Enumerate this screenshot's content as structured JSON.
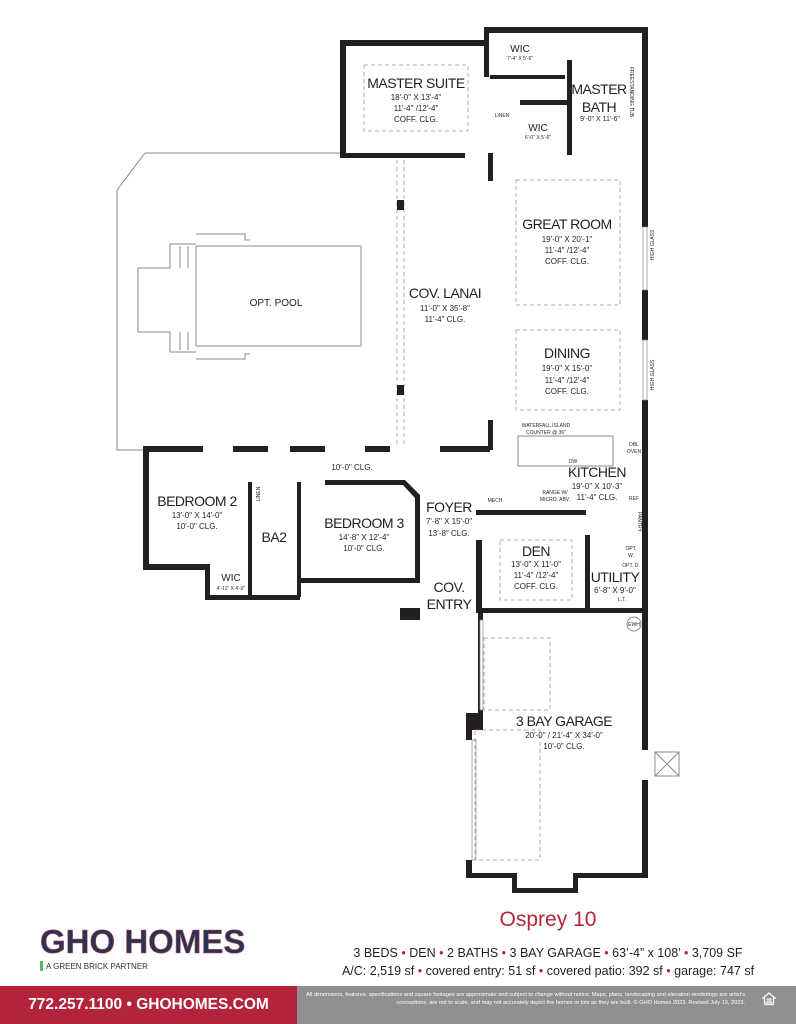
{
  "plan": {
    "rooms": {
      "master_suite": {
        "name": "MASTER SUITE",
        "lines": [
          "18'-0\" X 13'-4\"",
          "11'-4\" /12'-4\"",
          "COFF. CLG."
        ]
      },
      "wic1": {
        "name": "WIC",
        "lines": [
          "7'-4\" X 5'-6\""
        ]
      },
      "master_bath": {
        "name1": "MASTER",
        "name2": "BATH",
        "lines": [
          "9'-0\" X 11'-6\""
        ]
      },
      "wic2": {
        "name": "WIC",
        "lines": [
          "6'-0\" X 5'-6\""
        ]
      },
      "linen_master": "LINEN",
      "tub": "FREESTANDING TUB",
      "great_room": {
        "name": "GREAT ROOM",
        "lines": [
          "19'-0\" X 20'-1\"",
          "11'-4\" /12'-4\"",
          "COFF. CLG."
        ]
      },
      "dining": {
        "name": "DINING",
        "lines": [
          "19'-0\" X 15'-0\"",
          "11'-4\" /12'-4\"",
          "COFF. CLG."
        ]
      },
      "high_glass": "HIGH GLASS",
      "cov_lanai": {
        "name": "COV. LANAI",
        "lines": [
          "11'-0\" X 35'-8\"",
          "11'-4\" CLG."
        ]
      },
      "pool": {
        "name": "OPT. POOL"
      },
      "kitchen": {
        "name": "KITCHEN",
        "lines": [
          "19'-0\" X 10'-3\"",
          "11'-4\" CLG."
        ]
      },
      "island": [
        "WATERFALL ISLAND",
        "COUNTER @ 36\""
      ],
      "dw": "DW",
      "dbl_oven": [
        "DBL",
        "OVEN"
      ],
      "ref": "REF",
      "pantry": "PANTRY",
      "range": [
        "RANGE W/",
        "MICRO. ABV."
      ],
      "mech": "MECH",
      "hall_clg": "10'-0\" CLG.",
      "bedroom2": {
        "name": "BEDROOM 2",
        "lines": [
          "13'-0\" X 14'-0\"",
          "10'-0\" CLG."
        ]
      },
      "linen_ba2": "LINEN",
      "ba2": {
        "name": "BA2"
      },
      "wic3": {
        "name": "WIC",
        "lines": [
          "4'-11\" X 4'-0\""
        ]
      },
      "bedroom3": {
        "name": "BEDROOM 3",
        "lines": [
          "14'-8\" X 12'-4\"",
          "10'-0\" CLG."
        ]
      },
      "foyer": {
        "name": "FOYER",
        "lines": [
          "7'-8\" X 15'-0\"",
          "13'-8\" CLG."
        ]
      },
      "den": {
        "name": "DEN",
        "lines": [
          "13'-0\" X 11'-0\"",
          "11'-4\" /12'-4\"",
          "COFF. CLG."
        ]
      },
      "utility": {
        "name": "UTILITY",
        "lines": [
          "6'-8\" X 9'-0\""
        ]
      },
      "opt_w": [
        "OPT.",
        "W."
      ],
      "opt_d": "OPT. D.",
      "lt": "L.T.",
      "cov_entry": {
        "name1": "COV.",
        "name2": "ENTRY"
      },
      "ewh": "EWH",
      "garage": {
        "name": "3 BAY GARAGE",
        "lines": [
          "20'-0\" / 21'-4\" X 34'-0\"",
          "10'-0\" CLG."
        ]
      }
    }
  },
  "footer": {
    "logo": {
      "main": "GHO HOMES",
      "sub": "A GREEN BRICK PARTNER"
    },
    "plan_name": "Osprey 10",
    "specs_line1": [
      "3 BEDS",
      "DEN",
      "2 BATHS",
      "3 BAY GARAGE",
      "63’-4” x 108’",
      "3,709 SF"
    ],
    "specs_line2": [
      "A/C: 2,519 sf",
      "covered entry: 51 sf",
      "covered patio: 392 sf",
      "garage: 747 sf"
    ],
    "contact": "772.257.1100 • GHOHOMES.COM",
    "disclaimer": "All dimensions, features, specifications and square footages are approximate and subject to change without notice. Maps, plans, landscaping and elevation renderings are artist's conceptions, are not to scale, and may not accurately depict the homes or lots as they are built. © GHO Homes 2023. Revised July 19, 2023.",
    "equal_housing_icon": "equal-housing-opportunity-icon"
  },
  "colors": {
    "brand_red": "#b3243c",
    "brand_navy": "#2a3352",
    "wall": "#231f20",
    "footer_gray": "#8f8f91"
  }
}
